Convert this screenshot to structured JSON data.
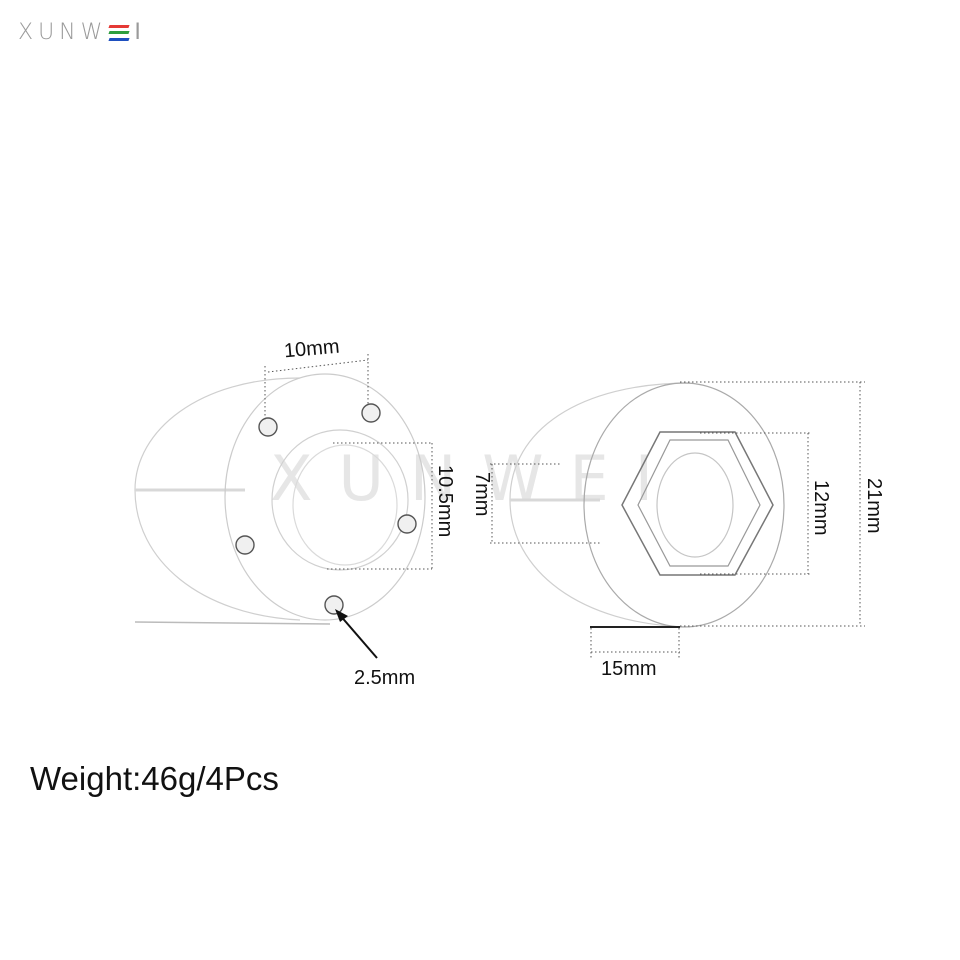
{
  "brand": {
    "name_left": "XUNW",
    "name_right": "I",
    "e_stripe_colors": [
      "#e53935",
      "#2e9e3e",
      "#1e4fbf"
    ]
  },
  "watermark": "XUNWEI",
  "left_part": {
    "view": "flange face with threaded holes",
    "dimensions": {
      "hole_spacing": "10mm",
      "bore_diameter": "10.5mm",
      "thread_size": "2.5mm"
    }
  },
  "right_part": {
    "view": "hex socket face",
    "dimensions": {
      "inner_bore": "7mm",
      "hex_size": "12mm",
      "outer_diameter": "21mm",
      "width": "15mm"
    }
  },
  "spec": {
    "weight": "Weight:46g/4Pcs"
  }
}
